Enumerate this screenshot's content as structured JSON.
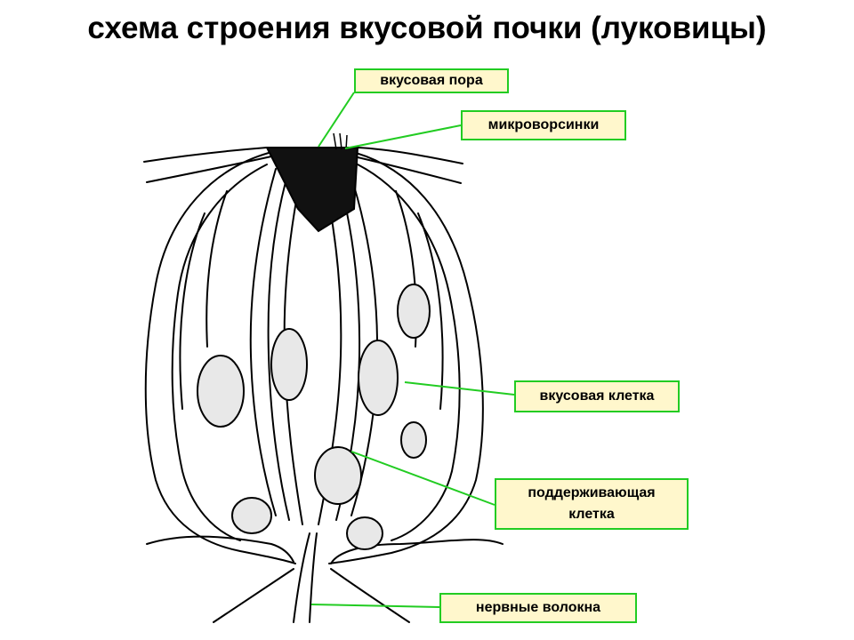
{
  "title": "схема строения вкусовой почки (луковицы)",
  "labels": {
    "pore": "вкусовая пора",
    "microvilli": "микроворсинки",
    "taste_cell": "вкусовая клетка",
    "supporting_cell_line1": "поддерживающая",
    "supporting_cell_line2": "клетка",
    "nerve_fibers": "нервные волокна"
  },
  "colors": {
    "label_fill": "#fff7cc",
    "label_border": "#22cc22",
    "leader_line": "#22cc22",
    "ink": "#000000"
  }
}
